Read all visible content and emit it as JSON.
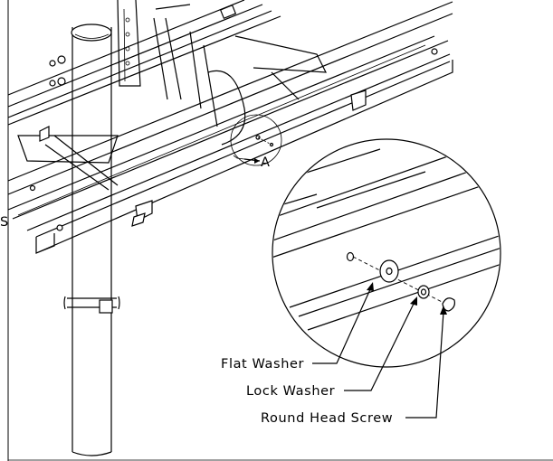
{
  "figure": {
    "detail_callout": "A",
    "edge_glyph": "S",
    "labels": {
      "flat_washer": "Flat Washer",
      "lock_washer": "Lock Washer",
      "round_head_screw": "Round Head Screw"
    }
  },
  "colors": {
    "line": "#000000",
    "background": "#ffffff"
  }
}
